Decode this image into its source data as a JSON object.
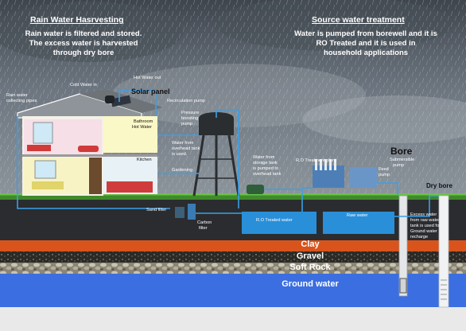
{
  "left_title": "Rain Water Hasrvesting",
  "left_text": [
    "Rain water is filtered and stored.",
    "The excess water is harvested",
    "through dry bore"
  ],
  "right_title": "Source water treatment",
  "right_text": [
    "Water is pumped from borewell and it is",
    "RO Treated and it is used in",
    "household applications"
  ],
  "labels": {
    "hot_water_out": "Hot Water out",
    "cold_water_in": "Cold Water in",
    "solar_panel": "Solar panel",
    "rain_pipes": [
      "Rain water",
      "collecting pipes"
    ],
    "recirculation_pump": "Recirculation pump",
    "pressure_pump": [
      "Pressure",
      "boosting",
      "pump"
    ],
    "bathroom": [
      "Bathroom",
      "Hot Water"
    ],
    "kitchen": "Kitchen",
    "overhead": [
      "Water from",
      "overhead tank",
      "is used."
    ],
    "gardening": "Gardening",
    "storage": [
      "Water from",
      "storage tank",
      "is pumped to",
      "overhead tank"
    ],
    "ro_plant": "R.O Treatment plant",
    "bore": "Bore",
    "submersible": [
      "Submersible",
      "pump"
    ],
    "feed_pump": [
      "Feed",
      "pump"
    ],
    "dry_bore": "Dry bore",
    "sand_filter": "Sand filter",
    "carbon_filter": [
      "Carbon",
      "filter"
    ],
    "ro_treated_water": "R.O Treated water",
    "raw_water": "Raw water",
    "excess": [
      "Excess water",
      "from raw water",
      "tank is used for",
      "Ground water",
      "recharge"
    ]
  },
  "layers": {
    "clay": "Clay",
    "gravel": "Gravel",
    "soft_rock": "Soft Rock",
    "ground_water": "Ground water"
  },
  "colors": {
    "sky": "#5f6872",
    "clay": "#d9541c",
    "ground_water": "#3b6ee0",
    "tank_water": "#2a8fd9",
    "pipe": "#3aa0e8"
  }
}
